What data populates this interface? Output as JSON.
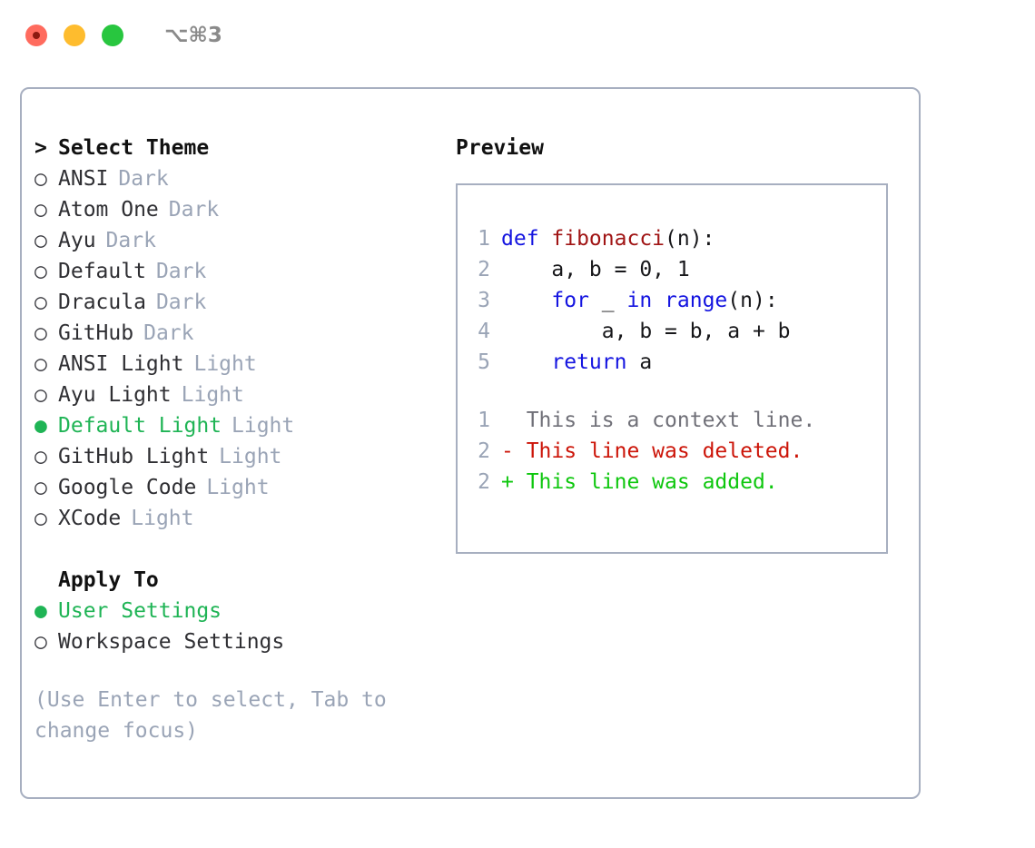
{
  "window": {
    "shortcut": "⌥⌘3",
    "traffic_lights": [
      {
        "name": "close",
        "color": "#ff6b5e"
      },
      {
        "name": "minimize",
        "color": "#febc2e"
      },
      {
        "name": "maximize",
        "color": "#28c63f"
      }
    ]
  },
  "colors": {
    "accent_green": "#1fb455",
    "muted": "#9aa4b6",
    "border": "#a7afc0",
    "keyword_blue": "#1414e0",
    "function_red": "#a01414",
    "diff_delete": "#cc1408",
    "diff_add": "#0ec70e",
    "text": "#2f2f33"
  },
  "theme_list": {
    "header": "Select Theme",
    "header_marker": ">",
    "marker_selected": "●",
    "marker_unselected": "○",
    "items": [
      {
        "name": "ANSI",
        "suffix": "Dark",
        "selected": false
      },
      {
        "name": "Atom One",
        "suffix": "Dark",
        "selected": false
      },
      {
        "name": "Ayu",
        "suffix": "Dark",
        "selected": false
      },
      {
        "name": "Default",
        "suffix": "Dark",
        "selected": false
      },
      {
        "name": "Dracula",
        "suffix": "Dark",
        "selected": false
      },
      {
        "name": "GitHub",
        "suffix": "Dark",
        "selected": false
      },
      {
        "name": "ANSI Light",
        "suffix": "Light",
        "selected": false
      },
      {
        "name": "Ayu Light",
        "suffix": "Light",
        "selected": false
      },
      {
        "name": "Default Light",
        "suffix": "Light",
        "selected": true
      },
      {
        "name": "GitHub Light",
        "suffix": "Light",
        "selected": false
      },
      {
        "name": "Google Code",
        "suffix": "Light",
        "selected": false
      },
      {
        "name": "XCode",
        "suffix": "Light",
        "selected": false
      }
    ]
  },
  "apply_to": {
    "header": "Apply To",
    "items": [
      {
        "name": "User Settings",
        "selected": true
      },
      {
        "name": "Workspace Settings",
        "selected": false
      }
    ]
  },
  "hint": "(Use Enter to select, Tab to change focus)",
  "preview": {
    "title": "Preview",
    "code_lines": [
      {
        "lineno": "1",
        "tokens": [
          {
            "text": "def ",
            "style": "kw"
          },
          {
            "text": "fibonacci",
            "style": "fn"
          },
          {
            "text": "(n):",
            "style": "plain"
          }
        ]
      },
      {
        "lineno": "2",
        "tokens": [
          {
            "text": "    a, b = 0, 1",
            "style": "plain"
          }
        ]
      },
      {
        "lineno": "3",
        "tokens": [
          {
            "text": "    ",
            "style": "plain"
          },
          {
            "text": "for",
            "style": "kw"
          },
          {
            "text": " _ ",
            "style": "plain"
          },
          {
            "text": "in",
            "style": "kw"
          },
          {
            "text": " ",
            "style": "plain"
          },
          {
            "text": "range",
            "style": "kw"
          },
          {
            "text": "(n):",
            "style": "plain"
          }
        ]
      },
      {
        "lineno": "4",
        "tokens": [
          {
            "text": "        a, b = b, a + b",
            "style": "plain"
          }
        ]
      },
      {
        "lineno": "5",
        "tokens": [
          {
            "text": "    ",
            "style": "plain"
          },
          {
            "text": "return",
            "style": "kw"
          },
          {
            "text": " a",
            "style": "plain"
          }
        ]
      }
    ],
    "diff_lines": [
      {
        "lineno": "1",
        "marker": " ",
        "text": " This is a context line.",
        "style": "ctx"
      },
      {
        "lineno": "2",
        "marker": "-",
        "text": " This line was deleted.",
        "style": "del"
      },
      {
        "lineno": "2",
        "marker": "+",
        "text": " This line was added.",
        "style": "add"
      }
    ]
  }
}
